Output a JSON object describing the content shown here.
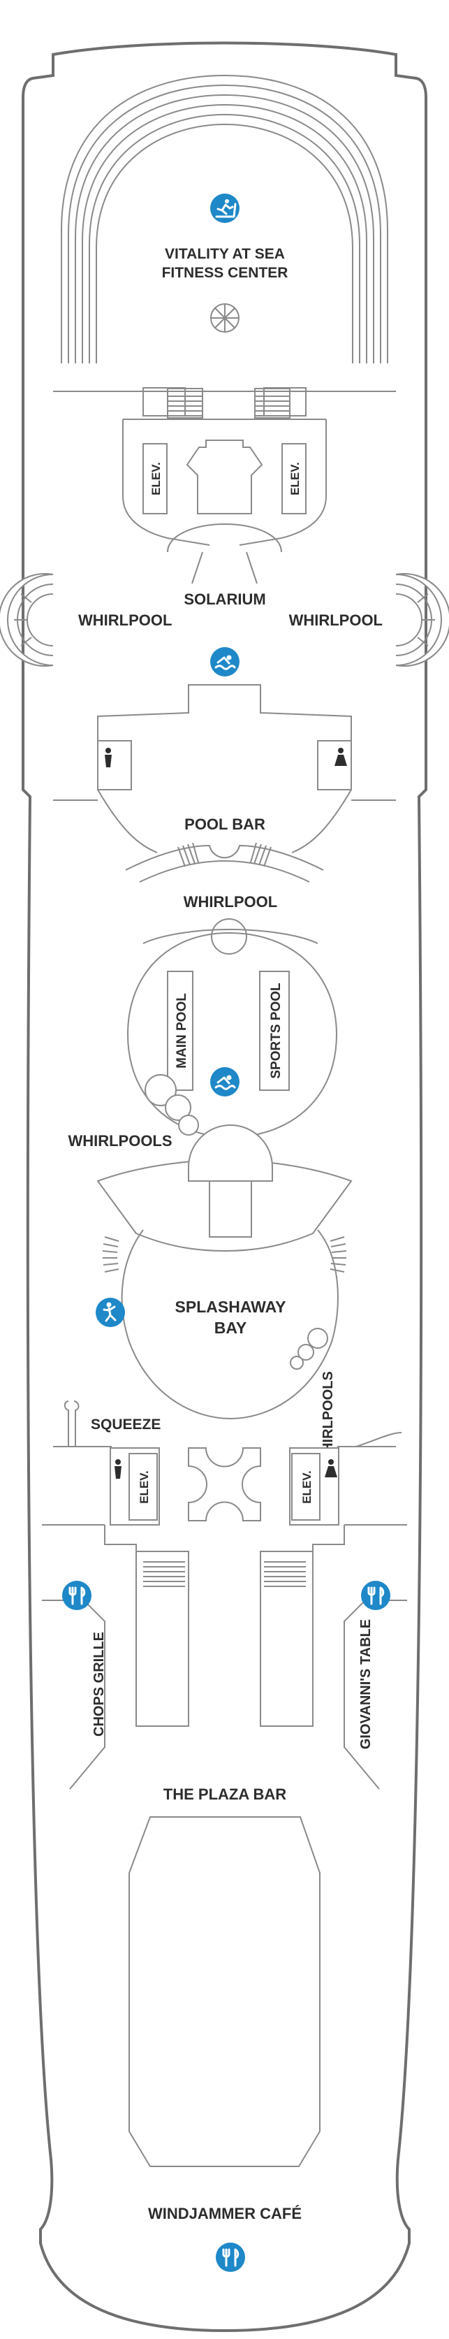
{
  "deck": {
    "labels": {
      "fitness_1": "VITALITY AT SEA",
      "fitness_2": "FITNESS CENTER",
      "elev": "ELEV.",
      "solarium": "SOLARIUM",
      "whirlpool": "WHIRLPOOL",
      "pool_bar": "POOL BAR",
      "main_pool": "MAIN POOL",
      "sports_pool": "SPORTS POOL",
      "whirlpools": "WHIRLPOOLS",
      "splashaway_1": "SPLASHAWAY",
      "splashaway_2": "BAY",
      "squeeze": "SQUEEZE",
      "chops": "CHOPS GRILLE",
      "giovanni": "GIOVANNI'S TABLE",
      "plaza_bar": "THE PLAZA BAR",
      "windjammer": "WINDJAMMER CAFÉ"
    },
    "icons": {
      "fitness": "treadmill-icon",
      "pool": "swimmer-icon",
      "kids": "kids-play-icon",
      "dining": "fork-knife-icon",
      "restroom": "restroom-icon"
    },
    "colors": {
      "icon_blue": "#1e88c8",
      "lines": "#8a8a8a",
      "text": "#2d2d2d"
    }
  }
}
